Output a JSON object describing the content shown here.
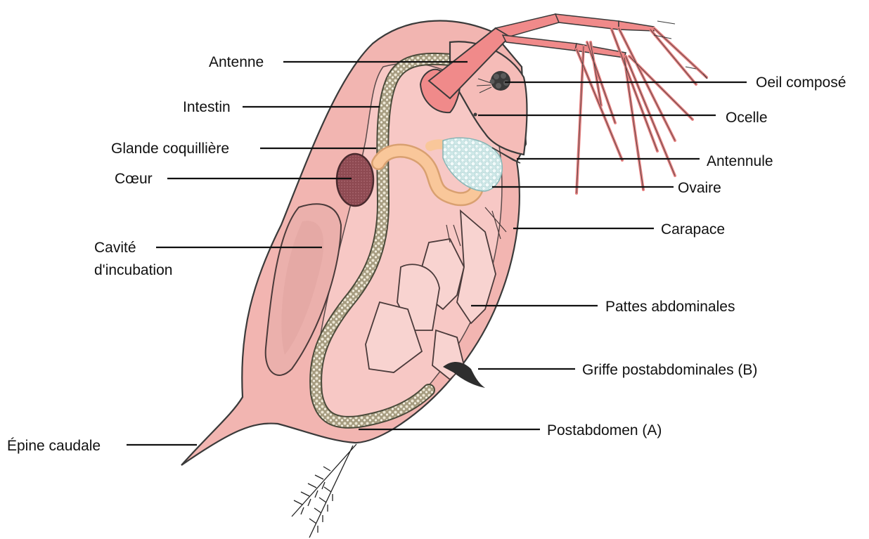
{
  "labels": {
    "antenne": "Antenne",
    "intestin": "Intestin",
    "glande": "Glande coquillière",
    "coeur": "Cœur",
    "cavite_line1": "Cavité",
    "cavite_line2": "d'incubation",
    "epine": "Épine caudale",
    "oeil": "Oeil composé",
    "ocelle": "Ocelle",
    "antennule": "Antennule",
    "ovaire": "Ovaire",
    "carapace": "Carapace",
    "pattes": "Pattes abdominales",
    "griffe": "Griffe postabdominales (B)",
    "postabdomen": "Postabdomen (A)"
  },
  "colors": {
    "body": "#f2b5b1",
    "body_light": "#f8cdca",
    "antenna": "#f08a8a",
    "heart": "#8e4a52",
    "gland": "#f9c79a",
    "gut": "#a69c80",
    "ovary": "#dcefee",
    "eye": "#3a3a3a"
  }
}
